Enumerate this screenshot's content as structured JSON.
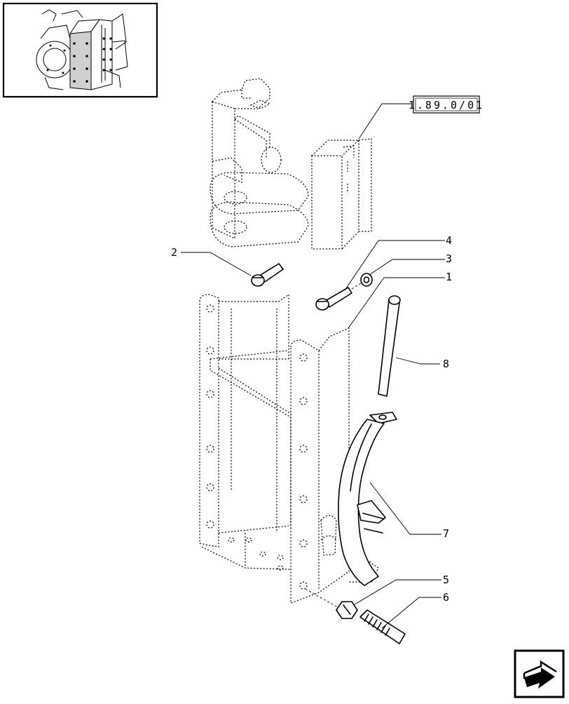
{
  "reference": {
    "code": "1.89.0/01"
  },
  "callouts": [
    {
      "id": "1",
      "label": "1"
    },
    {
      "id": "2",
      "label": "2"
    },
    {
      "id": "3",
      "label": "3"
    },
    {
      "id": "4",
      "label": "4"
    },
    {
      "id": "5",
      "label": "5"
    },
    {
      "id": "6",
      "label": "6"
    },
    {
      "id": "7",
      "label": "7"
    },
    {
      "id": "8",
      "label": "8"
    }
  ],
  "icons": {
    "thumbnail": "assembly-thumbnail-icon",
    "navigation": "next-page-arrow-icon"
  }
}
